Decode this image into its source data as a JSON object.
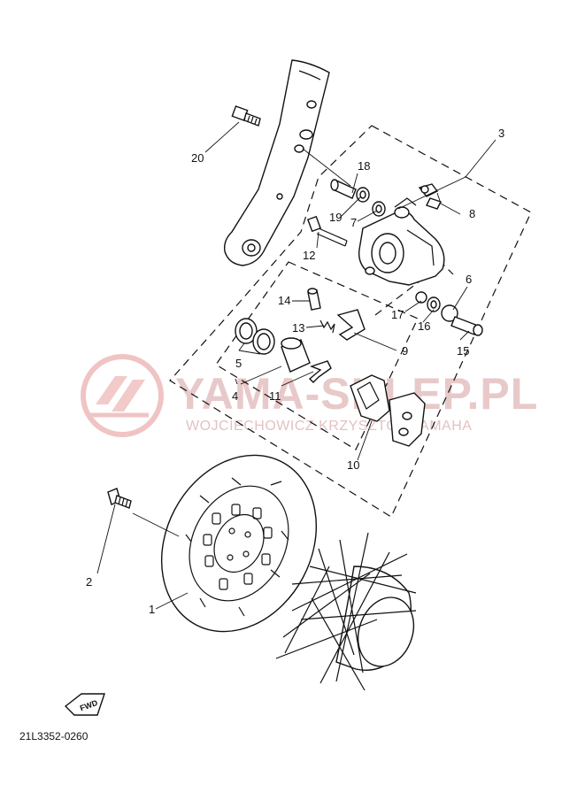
{
  "watermark": {
    "brand_text": "YAMA-SKLEP.PL",
    "subtitle": "WOJCIECHOWICZ KRZYSZTOF YAMAHA"
  },
  "part_code": "21L3352-0260",
  "fwd_label": "FWD",
  "callouts": {
    "c1": "1",
    "c2": "2",
    "c3": "3",
    "c4": "4",
    "c5": "5",
    "c6": "6",
    "c7": "7",
    "c8": "8",
    "c9": "9",
    "c10": "10",
    "c11": "11",
    "c12": "12",
    "c13": "13",
    "c14": "14",
    "c15": "15",
    "c16": "16",
    "c17": "17",
    "c18": "18",
    "c19": "19",
    "c20": "20"
  }
}
